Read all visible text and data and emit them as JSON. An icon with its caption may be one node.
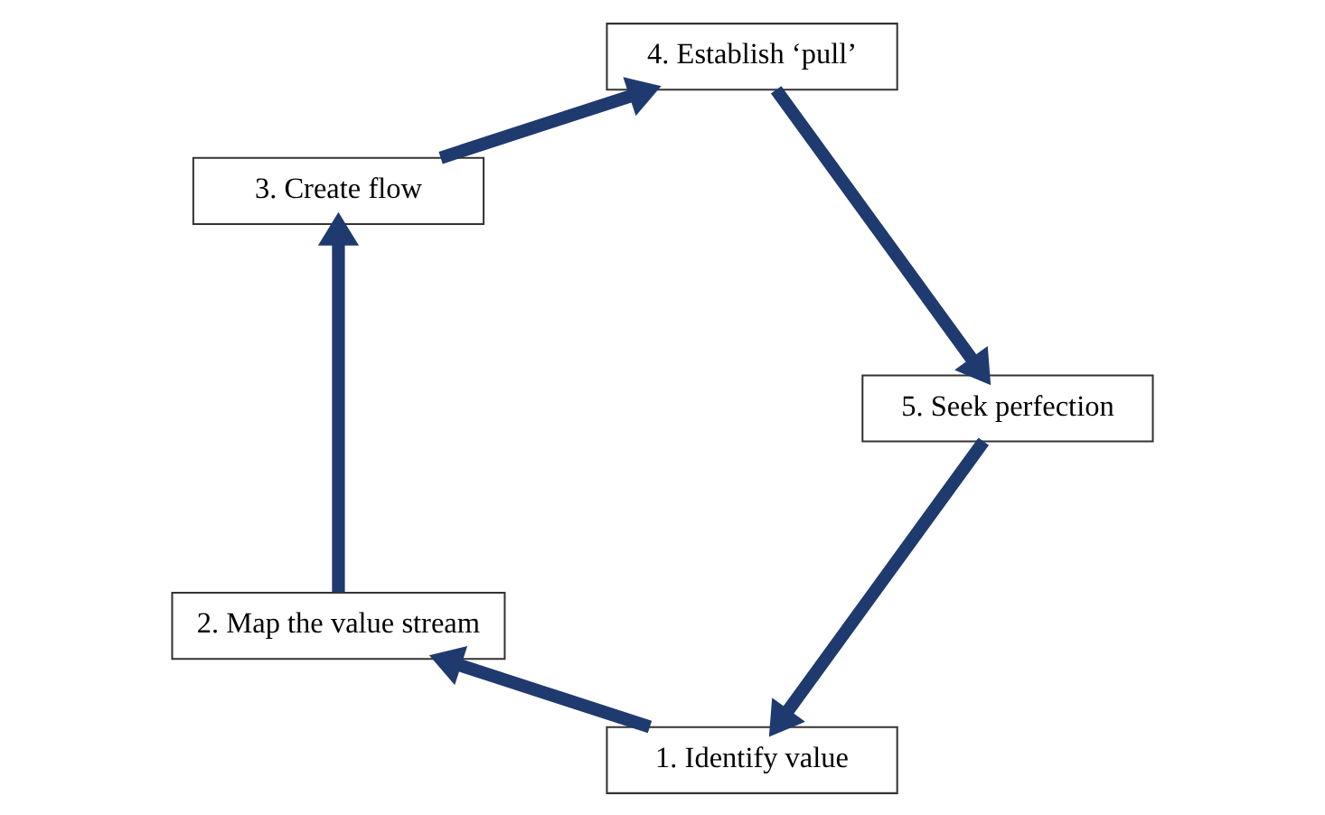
{
  "diagram": {
    "nodes": [
      {
        "text": [
          "1. Identify value"
        ]
      },
      {
        "text": [
          "2. Map the value stream"
        ]
      },
      {
        "text": [
          "3. Create flow"
        ]
      },
      {
        "text": [
          "4. Establish ‘pull’"
        ]
      },
      {
        "text": [
          "5. Seek perfection"
        ]
      }
    ],
    "edges": [
      {
        "from": 0,
        "to": 1,
        "arrow": "to"
      },
      {
        "from": 1,
        "to": 2,
        "arrow": "to"
      },
      {
        "from": 2,
        "to": 3,
        "arrow": "to"
      },
      {
        "from": 3,
        "to": 4,
        "arrow": "to"
      },
      {
        "from": 4,
        "to": 0,
        "arrow": "to"
      }
    ]
  }
}
